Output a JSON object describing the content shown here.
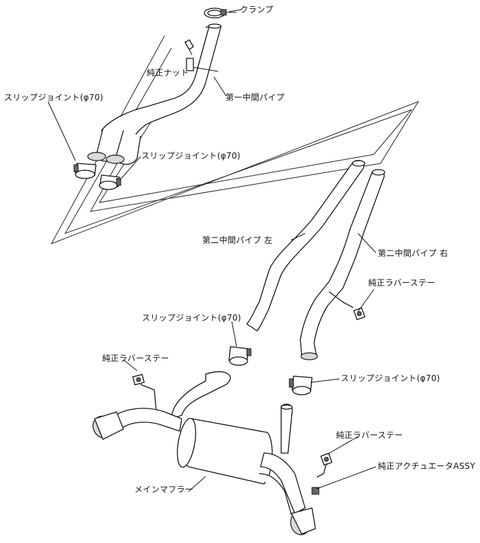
{
  "labels": {
    "clamp": "クランプ",
    "oem_nut": "純正ナット",
    "slip_joint_1": "スリップジョイント(φ70)",
    "first_mid_pipe": "第一中間パイプ",
    "slip_joint_2": "スリップジョイント(φ70)",
    "second_mid_pipe_left": "第二中間パイプ 左",
    "second_mid_pipe_right": "第二中間パイプ 右",
    "oem_rubber_stay_1": "純正ラバーステー",
    "slip_joint_3": "スリップジョイント(φ70)",
    "oem_rubber_stay_2": "純正ラバーステー",
    "slip_joint_4": "スリップジョイント(φ70)",
    "oem_rubber_stay_3": "純正ラバーステー",
    "oem_actuator_assy": "純正アクチュエータASSY",
    "main_muffler": "メインマフラー"
  }
}
